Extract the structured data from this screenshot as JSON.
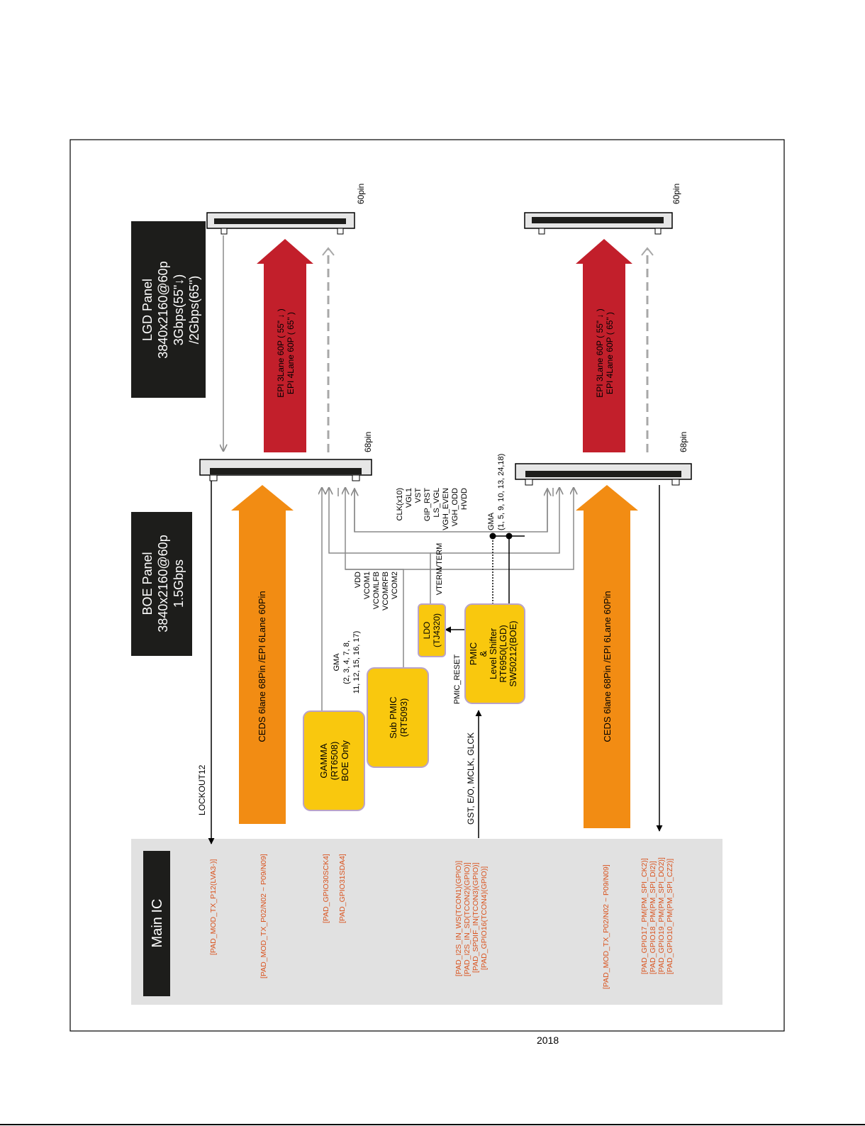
{
  "labels": {
    "lgd_panel": [
      "LGD Panel",
      "3840x2160@60p",
      "3Gbps(55\"↓)",
      "/2Gbps(65\")"
    ],
    "boe_panel": [
      "BOE Panel",
      "3840x2160@60p",
      "1.5Gbps"
    ],
    "main_ic": "Main IC",
    "pin_60": "60pin",
    "pin_68": "68pin",
    "epi_left": [
      "EPI  3Lane   60P ( 55\" ↓ )",
      "EPI 4Lane 60P ( 65\" )"
    ],
    "epi_right": [
      "EPI  3Lane   60P ( 55\" ↓ )",
      "EPI 4Lane 60P ( 65\" )"
    ],
    "ceds_left": "CEDS 6lane 68Pin /EPI 6Lane  60Pin",
    "ceds_right": "CEDS 6lane 68Pin /EPI 6Lane  60Pin",
    "lockout": "LOCKOUT12",
    "gamma": [
      "GAMMA",
      "(RT6508)",
      "BOE Only"
    ],
    "sub_pmic": [
      "Sub PMIC",
      "(RT5093)"
    ],
    "ldo": [
      "LDO",
      "(TJ4320)"
    ],
    "pmic": [
      "PMIC",
      "&",
      "Level Shifter",
      "RT6950(LGD)",
      "SW50212(BOE)"
    ],
    "gma_left": [
      "GMA",
      "(2, 3, 4, 7, 8,",
      "11, 12, 15, 16, 17)"
    ],
    "vcom": [
      "VDD",
      "VCOM1",
      "VCOMLFB",
      "VCOMRFB",
      "VCOM2"
    ],
    "signals": [
      "CLK(x10)",
      "VGL1",
      "VST",
      "GIP_RST",
      "LS_VGL",
      "VGH_EVEN",
      "VGH_ODD",
      "HVDD"
    ],
    "gma_right": [
      "GMA",
      "(1, 5, 9, 10, 13, 24,18)"
    ],
    "vterm_1": "VTERM",
    "vterm_2": "VTERM",
    "pmic_reset": "PMIC_RESET",
    "gst": "GST, E/O, MCLK, GLCK",
    "pads_1": [
      "[PAD_MOD_TX_P12(LVA3-)]"
    ],
    "pads_2": [
      "[PAD_MOD_TX_P02/N02 ~ P09/N09]"
    ],
    "pads_3": [
      "[PAD_GPIO30SCK4]",
      "[PAD_GPIO31SDA4]"
    ],
    "pads_4": [
      "[PAD_I2S_IN_WS(TCON1)(GPIO)]",
      "[PAD_I2S_IN_SD(TCON2)(GPIO)]",
      "[PAD_SPDIF_IN(TCON3)(GPIO)]",
      "[PAD_GPIO16(TCON4)(GPIO)]"
    ],
    "pads_5": [
      "[PAD_MOD_TX_P02/N02 ~ P09/N09]"
    ],
    "pads_6": [
      "[PAD_GPIO17_PM(PM_SPI_CK2)]",
      "[PAD_GPIO18_PM(PM_SPI_DI2)]",
      "[PAD_GPIO19_PM(PM_SPI_DO2)]",
      "[PAD_GPIO10_PM(PM_SPI_CZ2)]"
    ]
  },
  "footer": "2018",
  "colors": {
    "red_arrow": "#c21f2b",
    "orange_arrow": "#f28c13",
    "chip_fill": "#f9c80e",
    "chip_border": "#b9a3c9",
    "black_label": "#1d1d1b",
    "pad_text": "#d9531e",
    "main_ic_bg": "#e1e1e1",
    "line_gray": "#8a8a8a"
  }
}
